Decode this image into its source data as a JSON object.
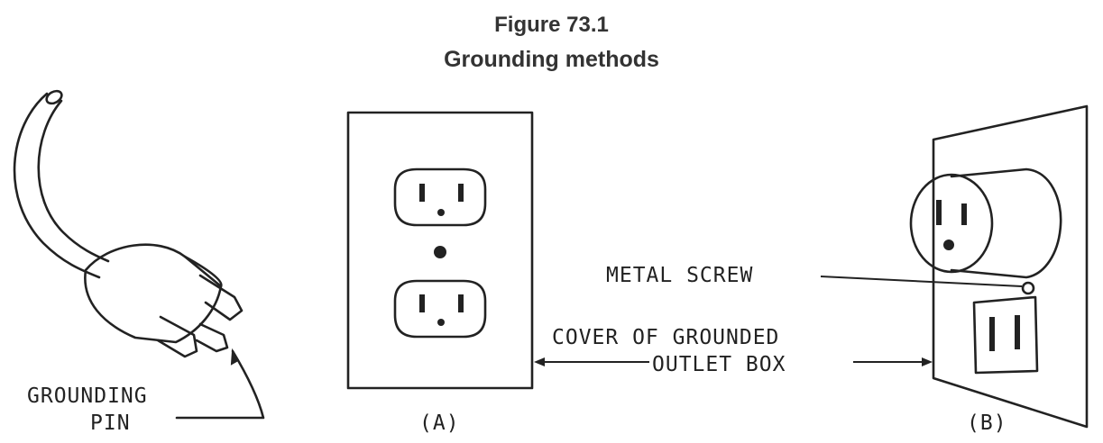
{
  "figure": {
    "number": "Figure 73.1",
    "title": "Grounding methods"
  },
  "labels": {
    "grounding_pin_line1": "GROUNDING",
    "grounding_pin_line2": "PIN",
    "panel_a": "(A)",
    "panel_b": "(B)",
    "metal_screw": "METAL SCREW",
    "cover_line1": "COVER OF GROUNDED",
    "cover_line2": "OUTLET BOX"
  }
}
